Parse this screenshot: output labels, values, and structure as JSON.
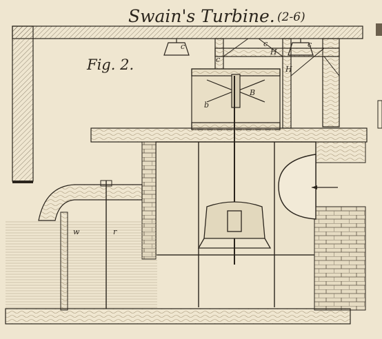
{
  "plate": {
    "title": "Swain's Turbine.",
    "plate_number": "(2-6)",
    "figure_label": "Fig. 2."
  },
  "letters": {
    "c_left": "c",
    "c_frame": "c",
    "c_mid": "c",
    "c_right": "c",
    "H_beam": "H",
    "H_post": "H",
    "B": "B",
    "b": "b",
    "w": "w",
    "r": "r"
  },
  "colors": {
    "paper": "#efe6d0",
    "ink": "#2a241c",
    "wood_grain": "#a8987a",
    "water_hatch": "#b9ad93"
  }
}
